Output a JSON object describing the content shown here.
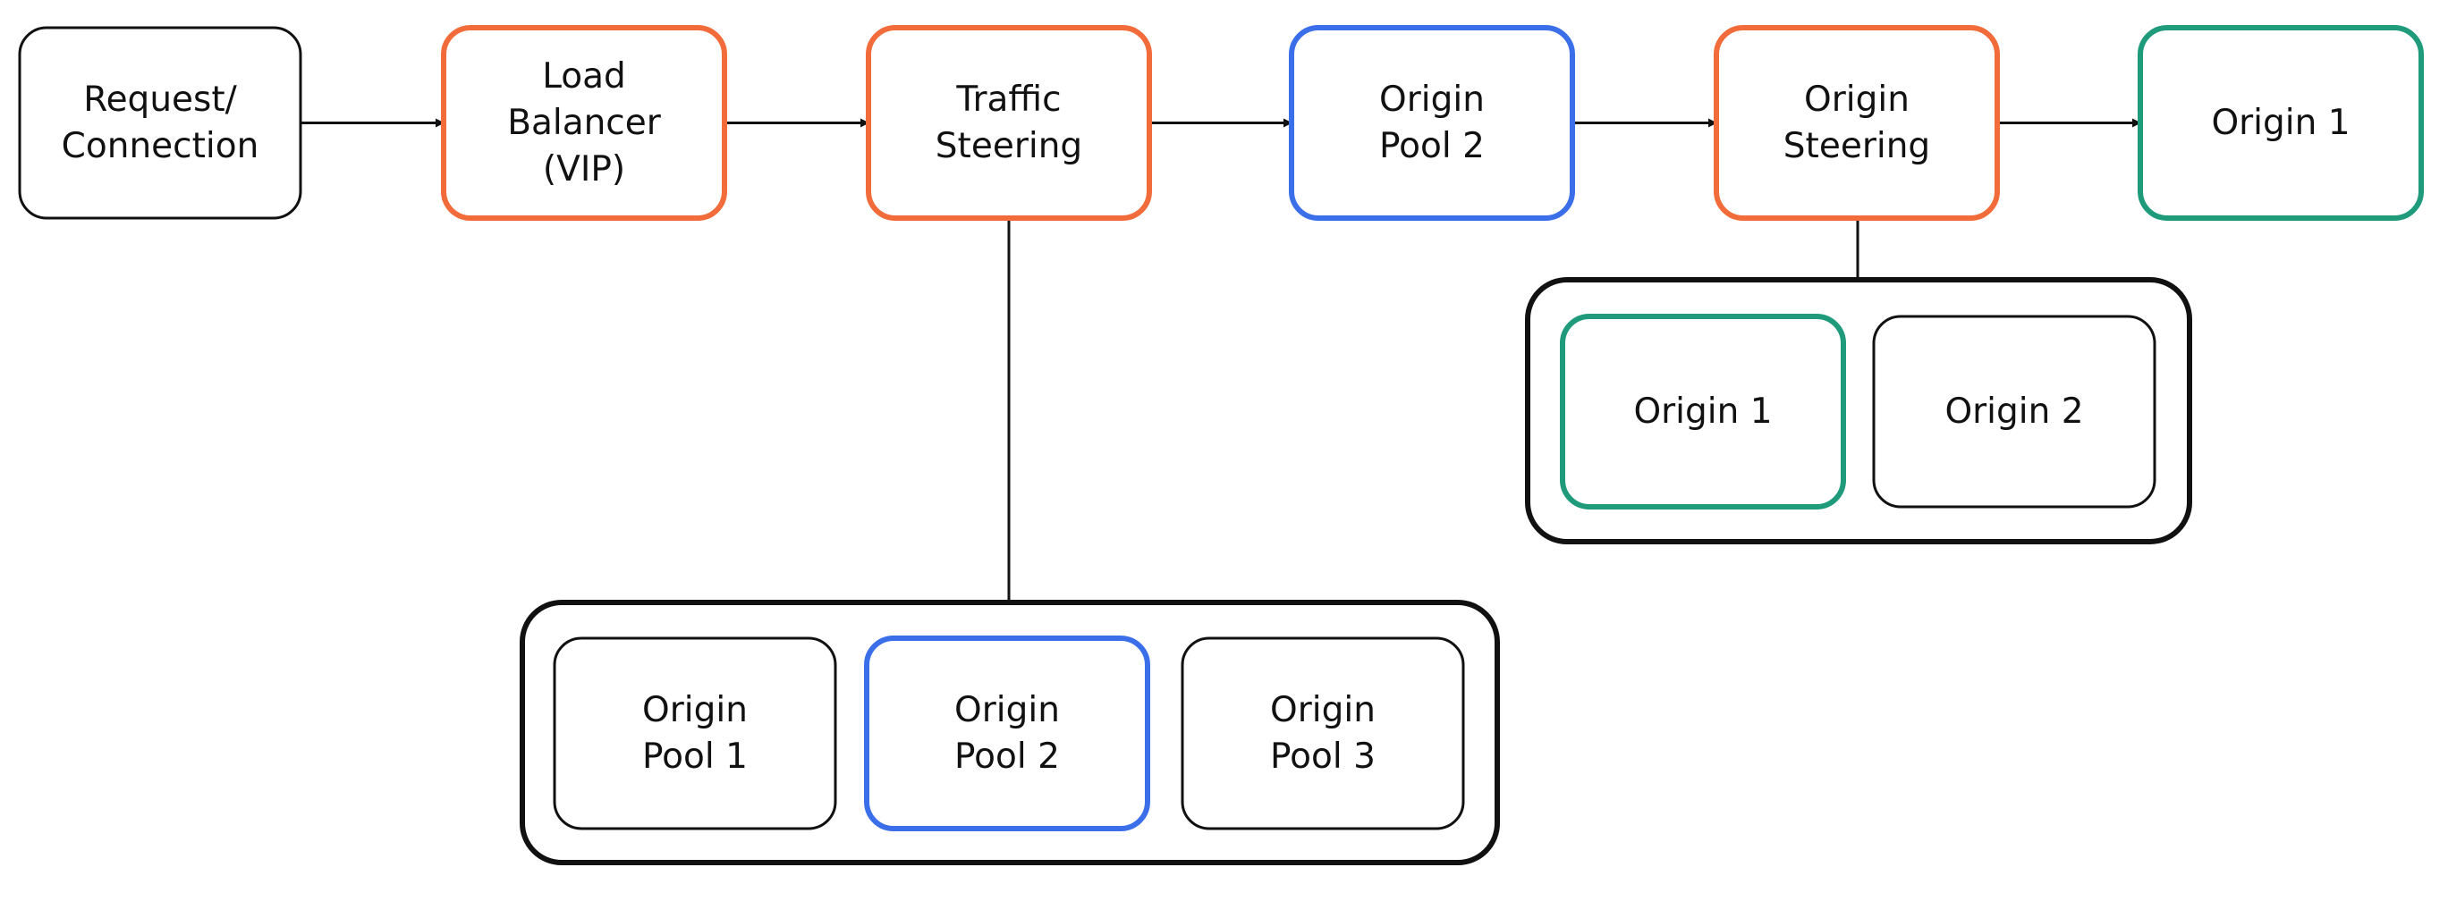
{
  "colors": {
    "neutral": "#111111",
    "orange": "#F26B3A",
    "blue": "#3B6FEA",
    "green": "#1F9A7A"
  },
  "flow": [
    {
      "id": "request",
      "lines": [
        "Request/",
        "Connection"
      ],
      "color": "neutral"
    },
    {
      "id": "load-balancer",
      "lines": [
        "Load",
        "Balancer",
        "(VIP)"
      ],
      "color": "orange"
    },
    {
      "id": "traffic-steering",
      "lines": [
        "Traffic",
        "Steering"
      ],
      "color": "orange"
    },
    {
      "id": "origin-pool-2-selected",
      "lines": [
        "Origin",
        "Pool 2"
      ],
      "color": "blue"
    },
    {
      "id": "origin-steering",
      "lines": [
        "Origin",
        "Steering"
      ],
      "color": "orange"
    },
    {
      "id": "origin-1-selected",
      "lines": [
        "Origin 1"
      ],
      "color": "green"
    }
  ],
  "pool_options": [
    {
      "id": "origin-pool-1",
      "lines": [
        "Origin",
        "Pool 1"
      ],
      "color": "neutral"
    },
    {
      "id": "origin-pool-2",
      "lines": [
        "Origin",
        "Pool 2"
      ],
      "color": "blue"
    },
    {
      "id": "origin-pool-3",
      "lines": [
        "Origin",
        "Pool 3"
      ],
      "color": "neutral"
    }
  ],
  "origin_options": [
    {
      "id": "origin-1",
      "lines": [
        "Origin 1"
      ],
      "color": "green"
    },
    {
      "id": "origin-2",
      "lines": [
        "Origin 2"
      ],
      "color": "neutral"
    }
  ]
}
